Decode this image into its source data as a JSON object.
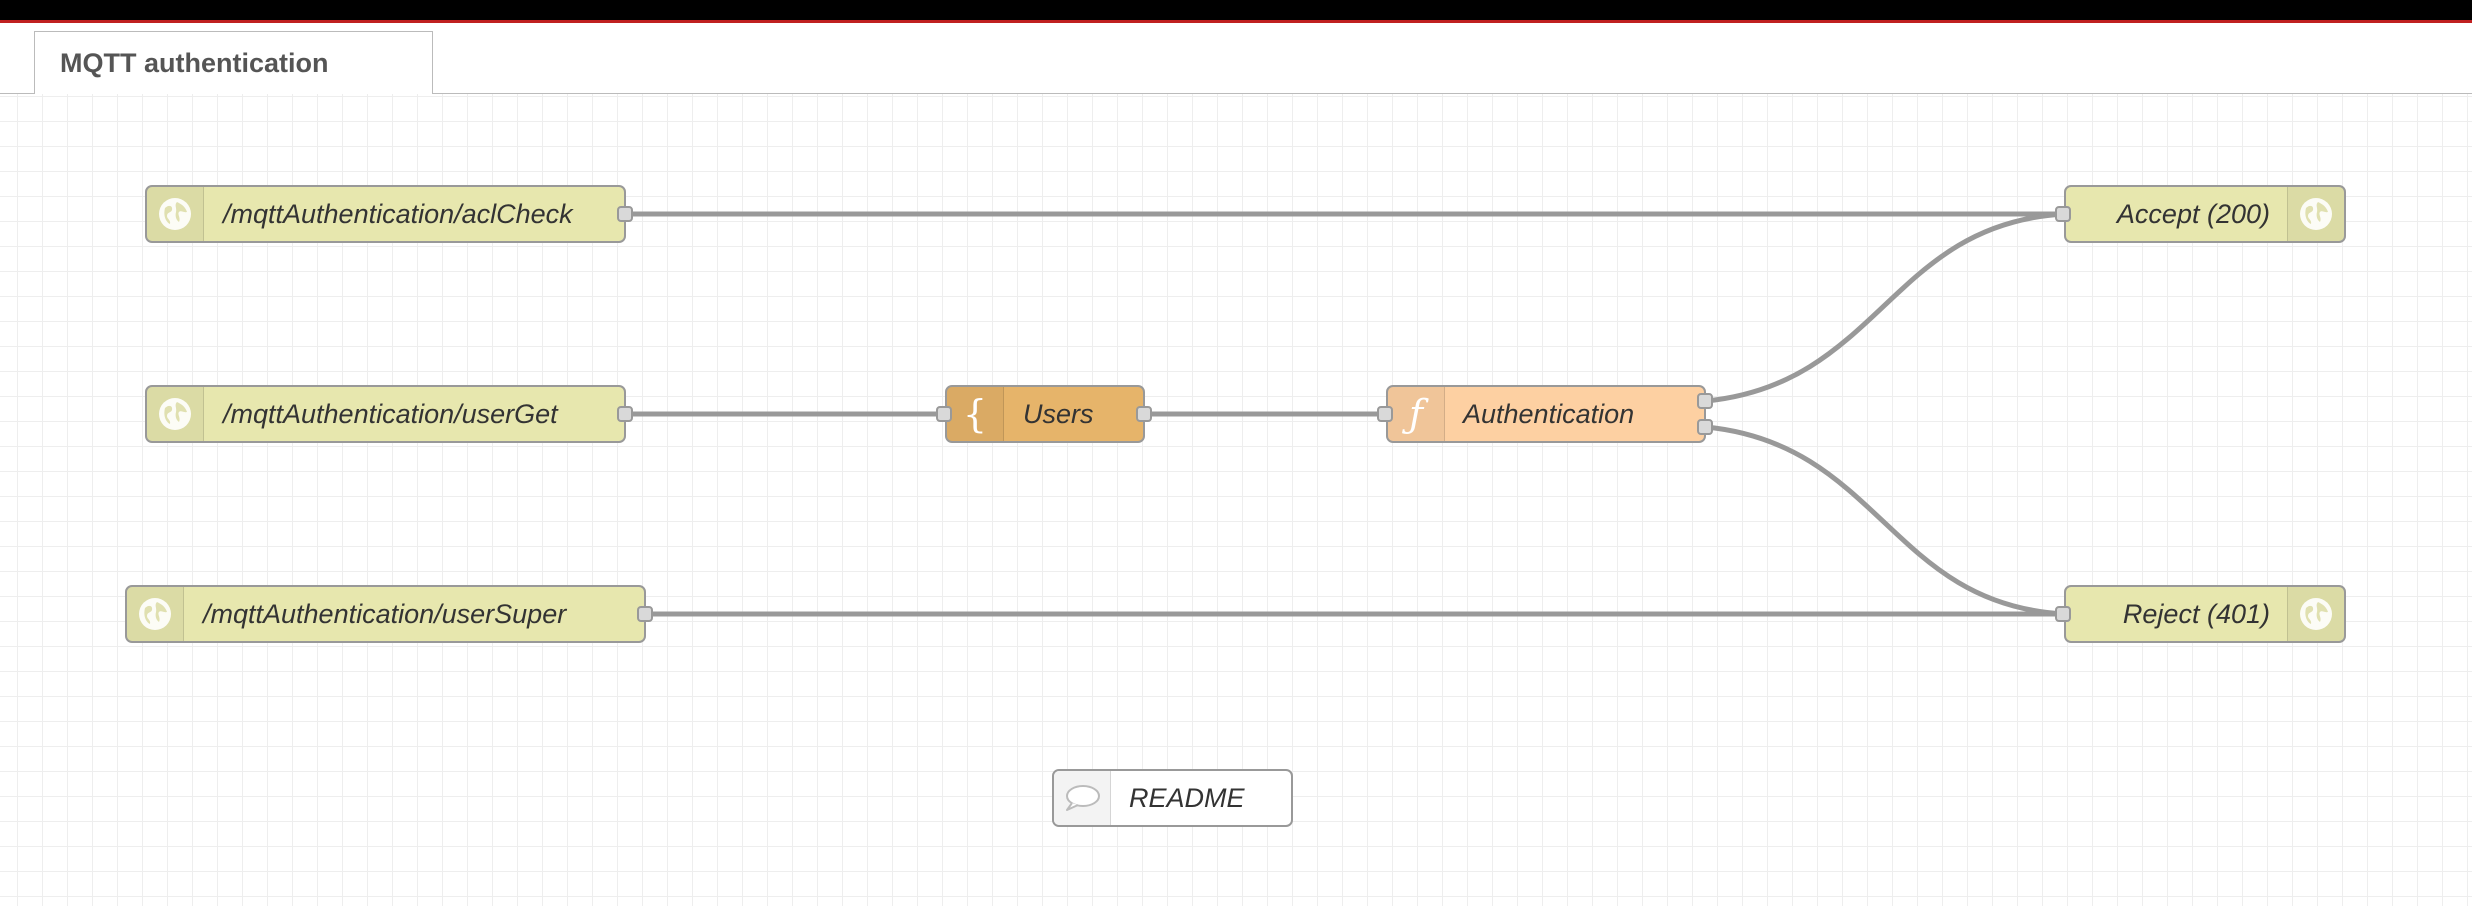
{
  "tab": {
    "title": "MQTT authentication"
  },
  "nodes": {
    "acl_check": {
      "label": "/mqttAuthentication/aclCheck",
      "icon": "globe-icon"
    },
    "user_get": {
      "label": "/mqttAuthentication/userGet",
      "icon": "globe-icon"
    },
    "user_super": {
      "label": "/mqttAuthentication/userSuper",
      "icon": "globe-icon"
    },
    "users": {
      "label": "Users",
      "icon": "json-brace-icon",
      "glyph": "{"
    },
    "authentication": {
      "label": "Authentication",
      "icon": "function-icon",
      "glyph": "ƒ"
    },
    "accept": {
      "label": "Accept (200)",
      "icon": "globe-icon"
    },
    "reject": {
      "label": "Reject (401)",
      "icon": "globe-icon"
    },
    "readme": {
      "label": "README",
      "icon": "speech-bubble-icon"
    }
  },
  "colors": {
    "http_node": "#e7e7ae",
    "json_node": "#e6b46a",
    "function_node": "#fdd0a2",
    "comment_node": "#ffffff",
    "wire": "#999999",
    "header_accent": "#c02020"
  }
}
